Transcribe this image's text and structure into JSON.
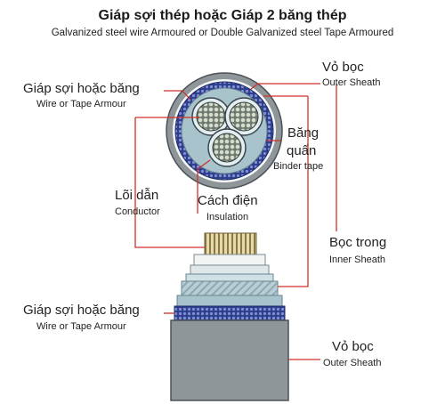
{
  "header": {
    "title": "Giáp sợi thép hoặc Giáp 2 băng thép",
    "subtitle": "Galvanized steel wire Armoured or Double Galvanized steel Tape Armoured"
  },
  "labels": {
    "outer_sheath_top": {
      "vn": "Vỏ bọc",
      "en": "Outer Sheath"
    },
    "armour_top": {
      "vn": "Giáp sợi hoặc băng",
      "en": "Wire or Tape Armour"
    },
    "binder_tape": {
      "vn_line1": "Băng",
      "vn_line2": "quấn",
      "en": "Binder tape"
    },
    "conductor": {
      "vn": "Lõi dẫn",
      "en": "Conductor"
    },
    "insulation": {
      "vn": "Cách điện",
      "en": "Insulation"
    },
    "inner_sheath": {
      "vn": "Bọc trong",
      "en": "Inner Sheath"
    },
    "armour_bottom": {
      "vn": "Giáp sợi hoặc băng",
      "en": "Wire or Tape Armour"
    },
    "outer_sheath_bottom": {
      "vn": "Vỏ bọc",
      "en": "Outer Sheath"
    }
  },
  "colors": {
    "leader_line": "#d0302a",
    "outer_sheath": "#8e969a",
    "armour": "#2f3f8f",
    "inner_sheath": "#a9c3cc",
    "insulation": "#e4eef2",
    "conductor": "#c9b27a"
  }
}
